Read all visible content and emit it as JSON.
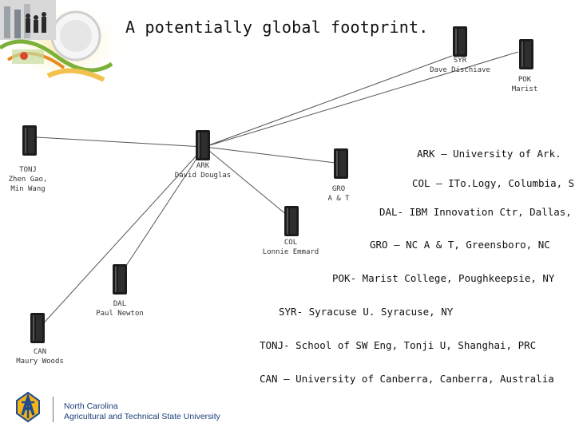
{
  "title": "A potentially global footprint.",
  "nodes": {
    "syr": {
      "lines": [
        "SYR",
        "Dave Dischiave"
      ]
    },
    "pok": {
      "lines": [
        "POK",
        "Marist"
      ]
    },
    "tonj": {
      "lines": [
        "TONJ",
        "Zhen Gao,",
        "Min Wang"
      ]
    },
    "ark": {
      "lines": [
        "ARK",
        "David Douglas"
      ]
    },
    "gro": {
      "lines": [
        "GRO",
        "A & T"
      ]
    },
    "col": {
      "lines": [
        "COL",
        "Lonnie Emmard"
      ]
    },
    "dal": {
      "lines": [
        "DAL",
        "Paul Newton"
      ]
    },
    "can": {
      "lines": [
        "CAN",
        "Maury Woods"
      ]
    }
  },
  "legend": [
    "ARK – University of Ark.",
    "COL – ITo.Logy, Columbia, SC",
    "DAL- IBM Innovation Ctr, Dallas, TX",
    "GRO – NC A & T, Greensboro, NC",
    "POK- Marist College, Poughkeepsie, NY",
    "SYR- Syracuse U. Syracuse, NY",
    "TONJ- School of SW Eng, Tonji U, Shanghai, PRC",
    "CAN – University of Canberra, Canberra, Australia"
  ],
  "footer": {
    "university_line1": "North Carolina",
    "university_line2": "Agricultural and Technical State University",
    "logo_text": "AT"
  },
  "colors": {
    "server_body": "#1c1c1c",
    "link_line": "#555555",
    "university_text": "#1a3f7a",
    "logo_blue": "#1f4b8f",
    "logo_gold": "#f2b418"
  }
}
